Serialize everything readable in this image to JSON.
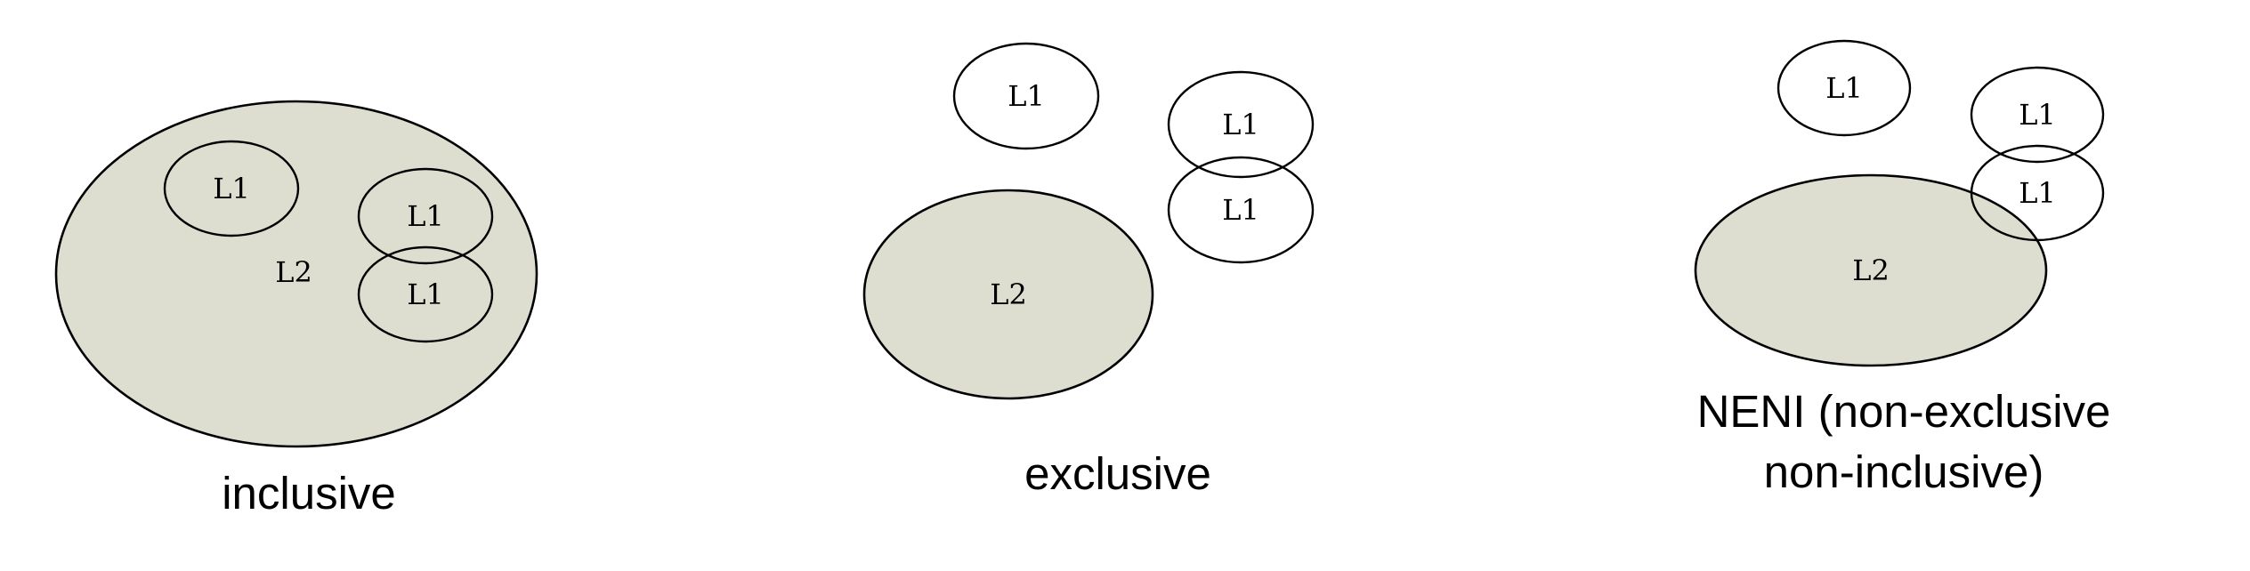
{
  "colors": {
    "l2_fill": "#deded0",
    "outline": "#000000",
    "background": "#ffffff"
  },
  "panels": [
    {
      "caption": [
        "inclusive"
      ],
      "l2_label": "L2",
      "l1_labels": [
        "L1",
        "L1",
        "L1"
      ]
    },
    {
      "caption": [
        "exclusive"
      ],
      "l2_label": "L2",
      "l1_labels": [
        "L1",
        "L1",
        "L1"
      ]
    },
    {
      "caption": [
        "NENI (non-exclusive",
        "non-inclusive)"
      ],
      "l2_label": "L2",
      "l1_labels": [
        "L1",
        "L1",
        "L1"
      ]
    }
  ]
}
